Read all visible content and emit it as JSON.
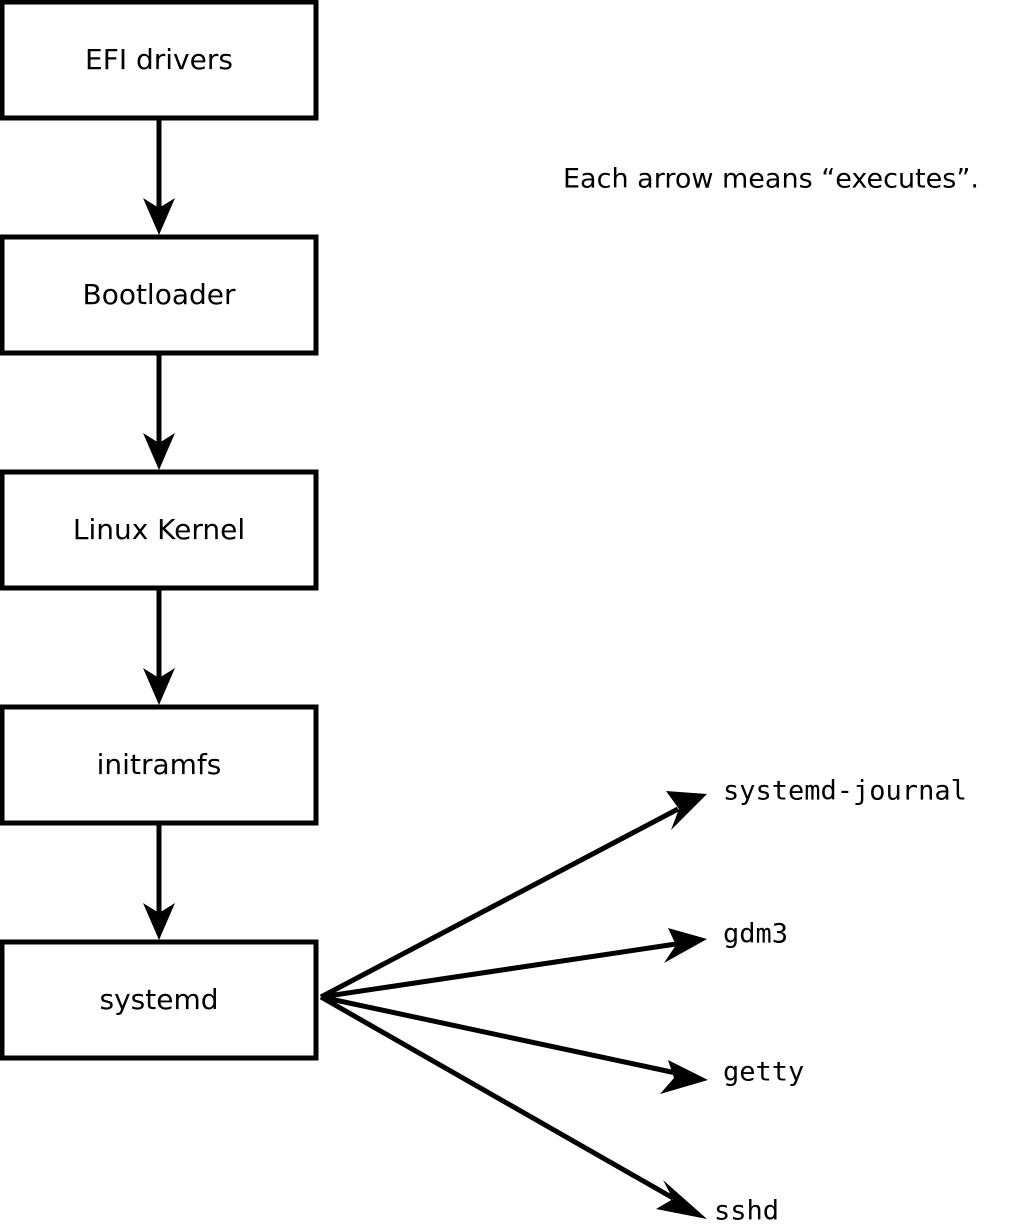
{
  "diagram": {
    "caption": "Each arrow means “executes”.",
    "boot_chain": [
      {
        "label": "EFI drivers"
      },
      {
        "label": "Bootloader"
      },
      {
        "label": "Linux Kernel"
      },
      {
        "label": "initramfs"
      },
      {
        "label": "systemd"
      }
    ],
    "services": [
      {
        "label": "systemd-journal"
      },
      {
        "label": "gdm3"
      },
      {
        "label": "getty"
      },
      {
        "label": "sshd"
      }
    ],
    "colors": {
      "stroke": "#000000",
      "fill": "#ffffff",
      "background": "#ffffff"
    }
  }
}
